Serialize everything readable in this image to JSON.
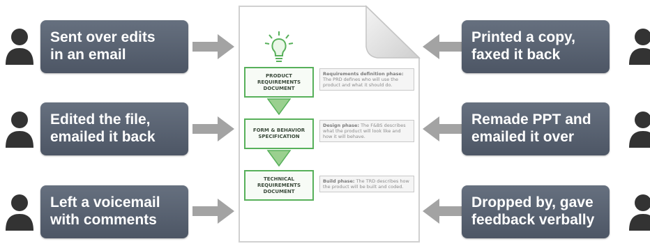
{
  "left_steps": [
    {
      "line1": "Sent over edits",
      "line2": "in an email"
    },
    {
      "line1": "Edited the file,",
      "line2": "emailed it back"
    },
    {
      "line1": "Left a voicemail",
      "line2": "with comments"
    }
  ],
  "right_steps": [
    {
      "line1": "Printed a copy,",
      "line2": "faxed it back"
    },
    {
      "line1": "Remade PPT and",
      "line2": "emailed it over"
    },
    {
      "line1": "Dropped by, gave",
      "line2": "feedback verbally"
    }
  ],
  "document": {
    "stages": [
      {
        "name": "PRODUCT REQUIREMENTS DOCUMENT",
        "phase_title": "Requirements definition phase:",
        "phase_text": "The PRD defines who will use the product and what it should do."
      },
      {
        "name": "FORM & BEHAVIOR SPECIFICATION",
        "phase_title": "Design phase:",
        "phase_text": "The F&BS describes what the product will look like and how it will behave."
      },
      {
        "name": "TECHNICAL REQUIREMENTS DOCUMENT",
        "phase_title": "Build phase:",
        "phase_text": "The TRD describes how the product will be built and coded."
      }
    ]
  },
  "colors": {
    "card": "#5a6372",
    "arrow": "#a3a3a3",
    "person": "#333333",
    "stage_border": "#57b05a"
  }
}
